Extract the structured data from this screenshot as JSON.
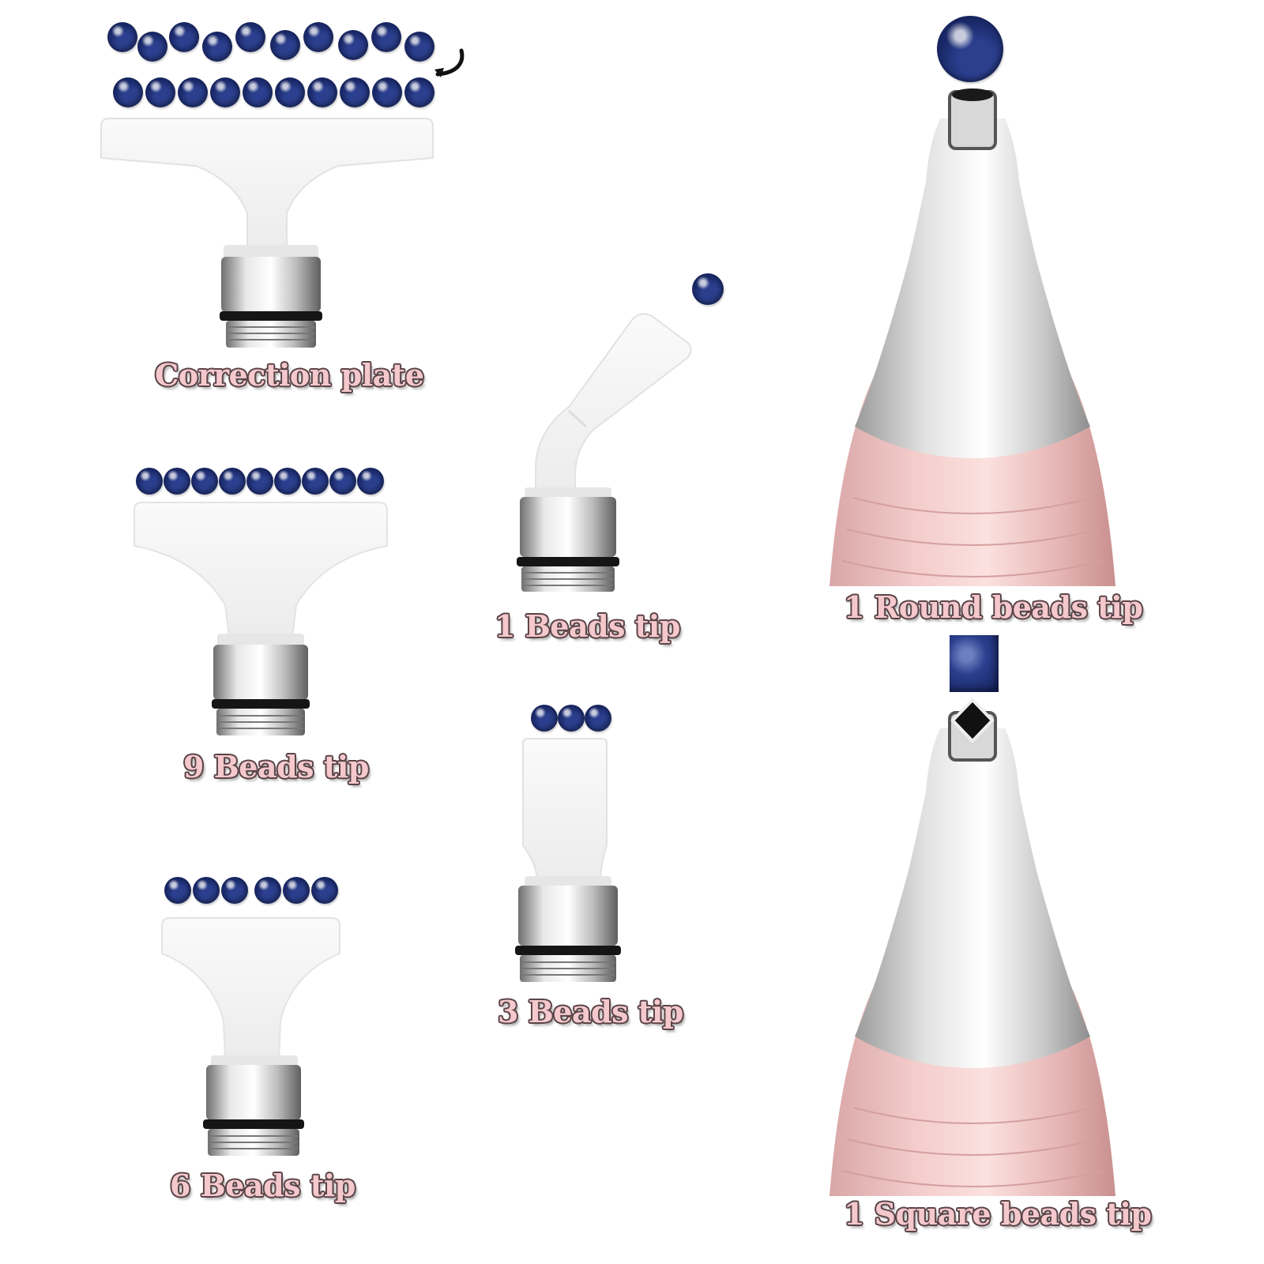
{
  "labels": {
    "correction_plate": "Correction plate",
    "nine_beads_tip": "9 Beads tip",
    "six_beads_tip": "6 Beads tip",
    "one_beads_tip": "1 Beads tip",
    "three_beads_tip": "3 Beads tip",
    "one_round_beads_tip": "1 Round beads tip",
    "one_square_beads_tip": "1 Square beads tip"
  },
  "colors": {
    "bead_blue": "#1e2f75",
    "label_fill": "#f4c8cc",
    "label_outline": "#5a4448",
    "pen_pink": "#e9b9b8",
    "metal": "#bfbfbf"
  }
}
